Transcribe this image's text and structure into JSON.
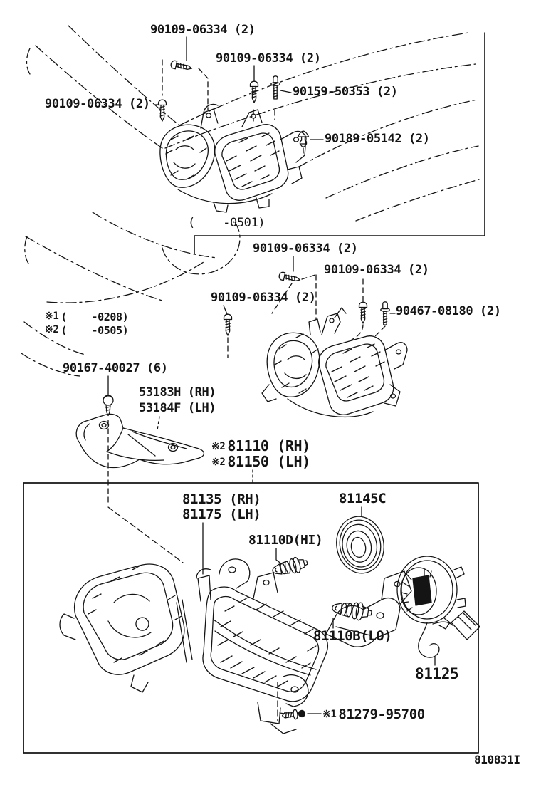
{
  "colors": {
    "ink": "#141414",
    "paper": "#ffffff"
  },
  "doc_code": "810831I",
  "group_range_label": "(    -0501)",
  "notes": [
    {
      "mark": "※1",
      "range": "(    -0208)"
    },
    {
      "mark": "※2",
      "range": "(    -0505)"
    }
  ],
  "parts": {
    "screw_a1": "90109-06334 (2)",
    "screw_a2": "90109-06334 (2)",
    "screw_a3": "90109-06334 (2)",
    "bolt_90159": "90159-50353 (2)",
    "clip_90189": "90189-05142 (2)",
    "screw_b1": "90109-06334 (2)",
    "screw_b2": "90109-06334 (2)",
    "screw_b3": "90109-06334 (2)",
    "bolt_90467": "90467-08180 (2)",
    "screw_90167": "90167-40027 (6)",
    "bracket_rh": "53183H (RH)",
    "bracket_lh": "53184F (LH)",
    "unit_rh": {
      "mark": "※2",
      "number": "81110 (RH)"
    },
    "unit_lh": {
      "mark": "※2",
      "number": "81150 (LH)"
    },
    "body_rh": "81135 (RH)",
    "body_lh": "81175 (LH)",
    "ring": "81145C",
    "bulb_hi": "81110D(HI)",
    "bulb_lo": "81110B(LO)",
    "socket_cover": "81125",
    "screw_81279": {
      "mark": "※1",
      "number": "81279-95700"
    }
  }
}
